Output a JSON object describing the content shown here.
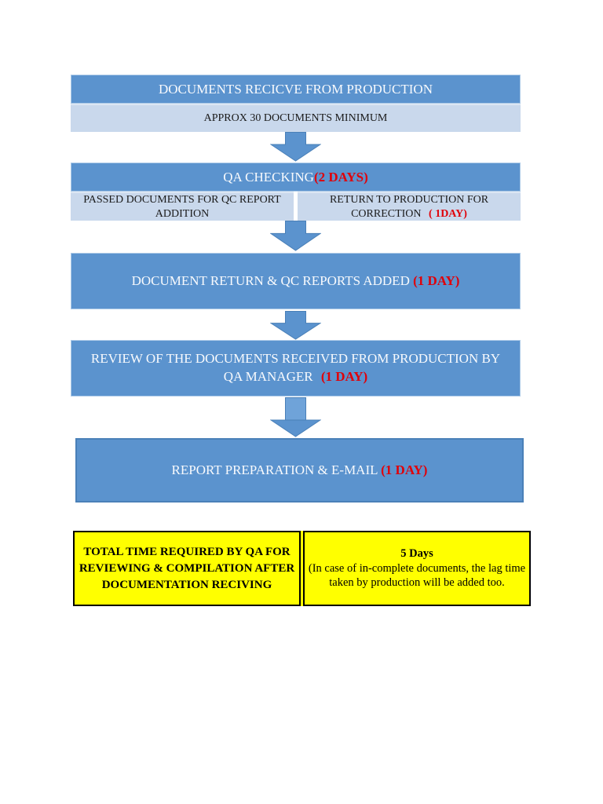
{
  "colors": {
    "box_blue": "#5B93CE",
    "box_border": "#4A80B8",
    "box_halo": "#AECBE8",
    "light_blue": "#C9D8EC",
    "row_divider": "#DCE6F3",
    "cell_gap": "#E9EFF7",
    "arrow_stem": "#6FA3D9",
    "red": "#E00008",
    "yellow": "#FFFF00",
    "white_text": "#F8FAFD",
    "black_text": "#1A1A1A"
  },
  "flowchart": {
    "step1": {
      "title": "DOCUMENTS RECICVE FROM PRODUCTION",
      "subtitle": "APPROX 30 DOCUMENTS MINIMUM"
    },
    "step2": {
      "title": "QA CHECKING ",
      "duration": "(2 DAYS)",
      "left_cell": {
        "line1": "PASSED DOCUMENTS FOR QC REPORT",
        "line2": "ADDITION"
      },
      "right_cell": {
        "line1": "RETURN TO PRODUCTION FOR",
        "line2": "CORRECTION ",
        "duration": "( 1DAY)"
      }
    },
    "step3": {
      "title": "DOCUMENT RETURN & QC REPORTS ADDED ",
      "duration": "(1 DAY)"
    },
    "step4": {
      "line1": "REVIEW OF THE DOCUMENTS RECEIVED FROM PRODUCTION  BY",
      "line2": "QA MANAGER ",
      "duration": "(1 DAY)"
    },
    "step5": {
      "title": "REPORT PREPARATION & E-MAIL ",
      "duration": "(1 DAY)"
    }
  },
  "summary": {
    "left": {
      "line1": "TOTAL TIME REQUIRED BY QA FOR",
      "line2": "REVIEWING & COMPILATION AFTER",
      "line3": "DOCUMENTATION RECIVING"
    },
    "right": {
      "title": "5 Days",
      "line1": "(In case of in-complete documents, the lag time",
      "line2": "taken by production will be added too."
    }
  }
}
